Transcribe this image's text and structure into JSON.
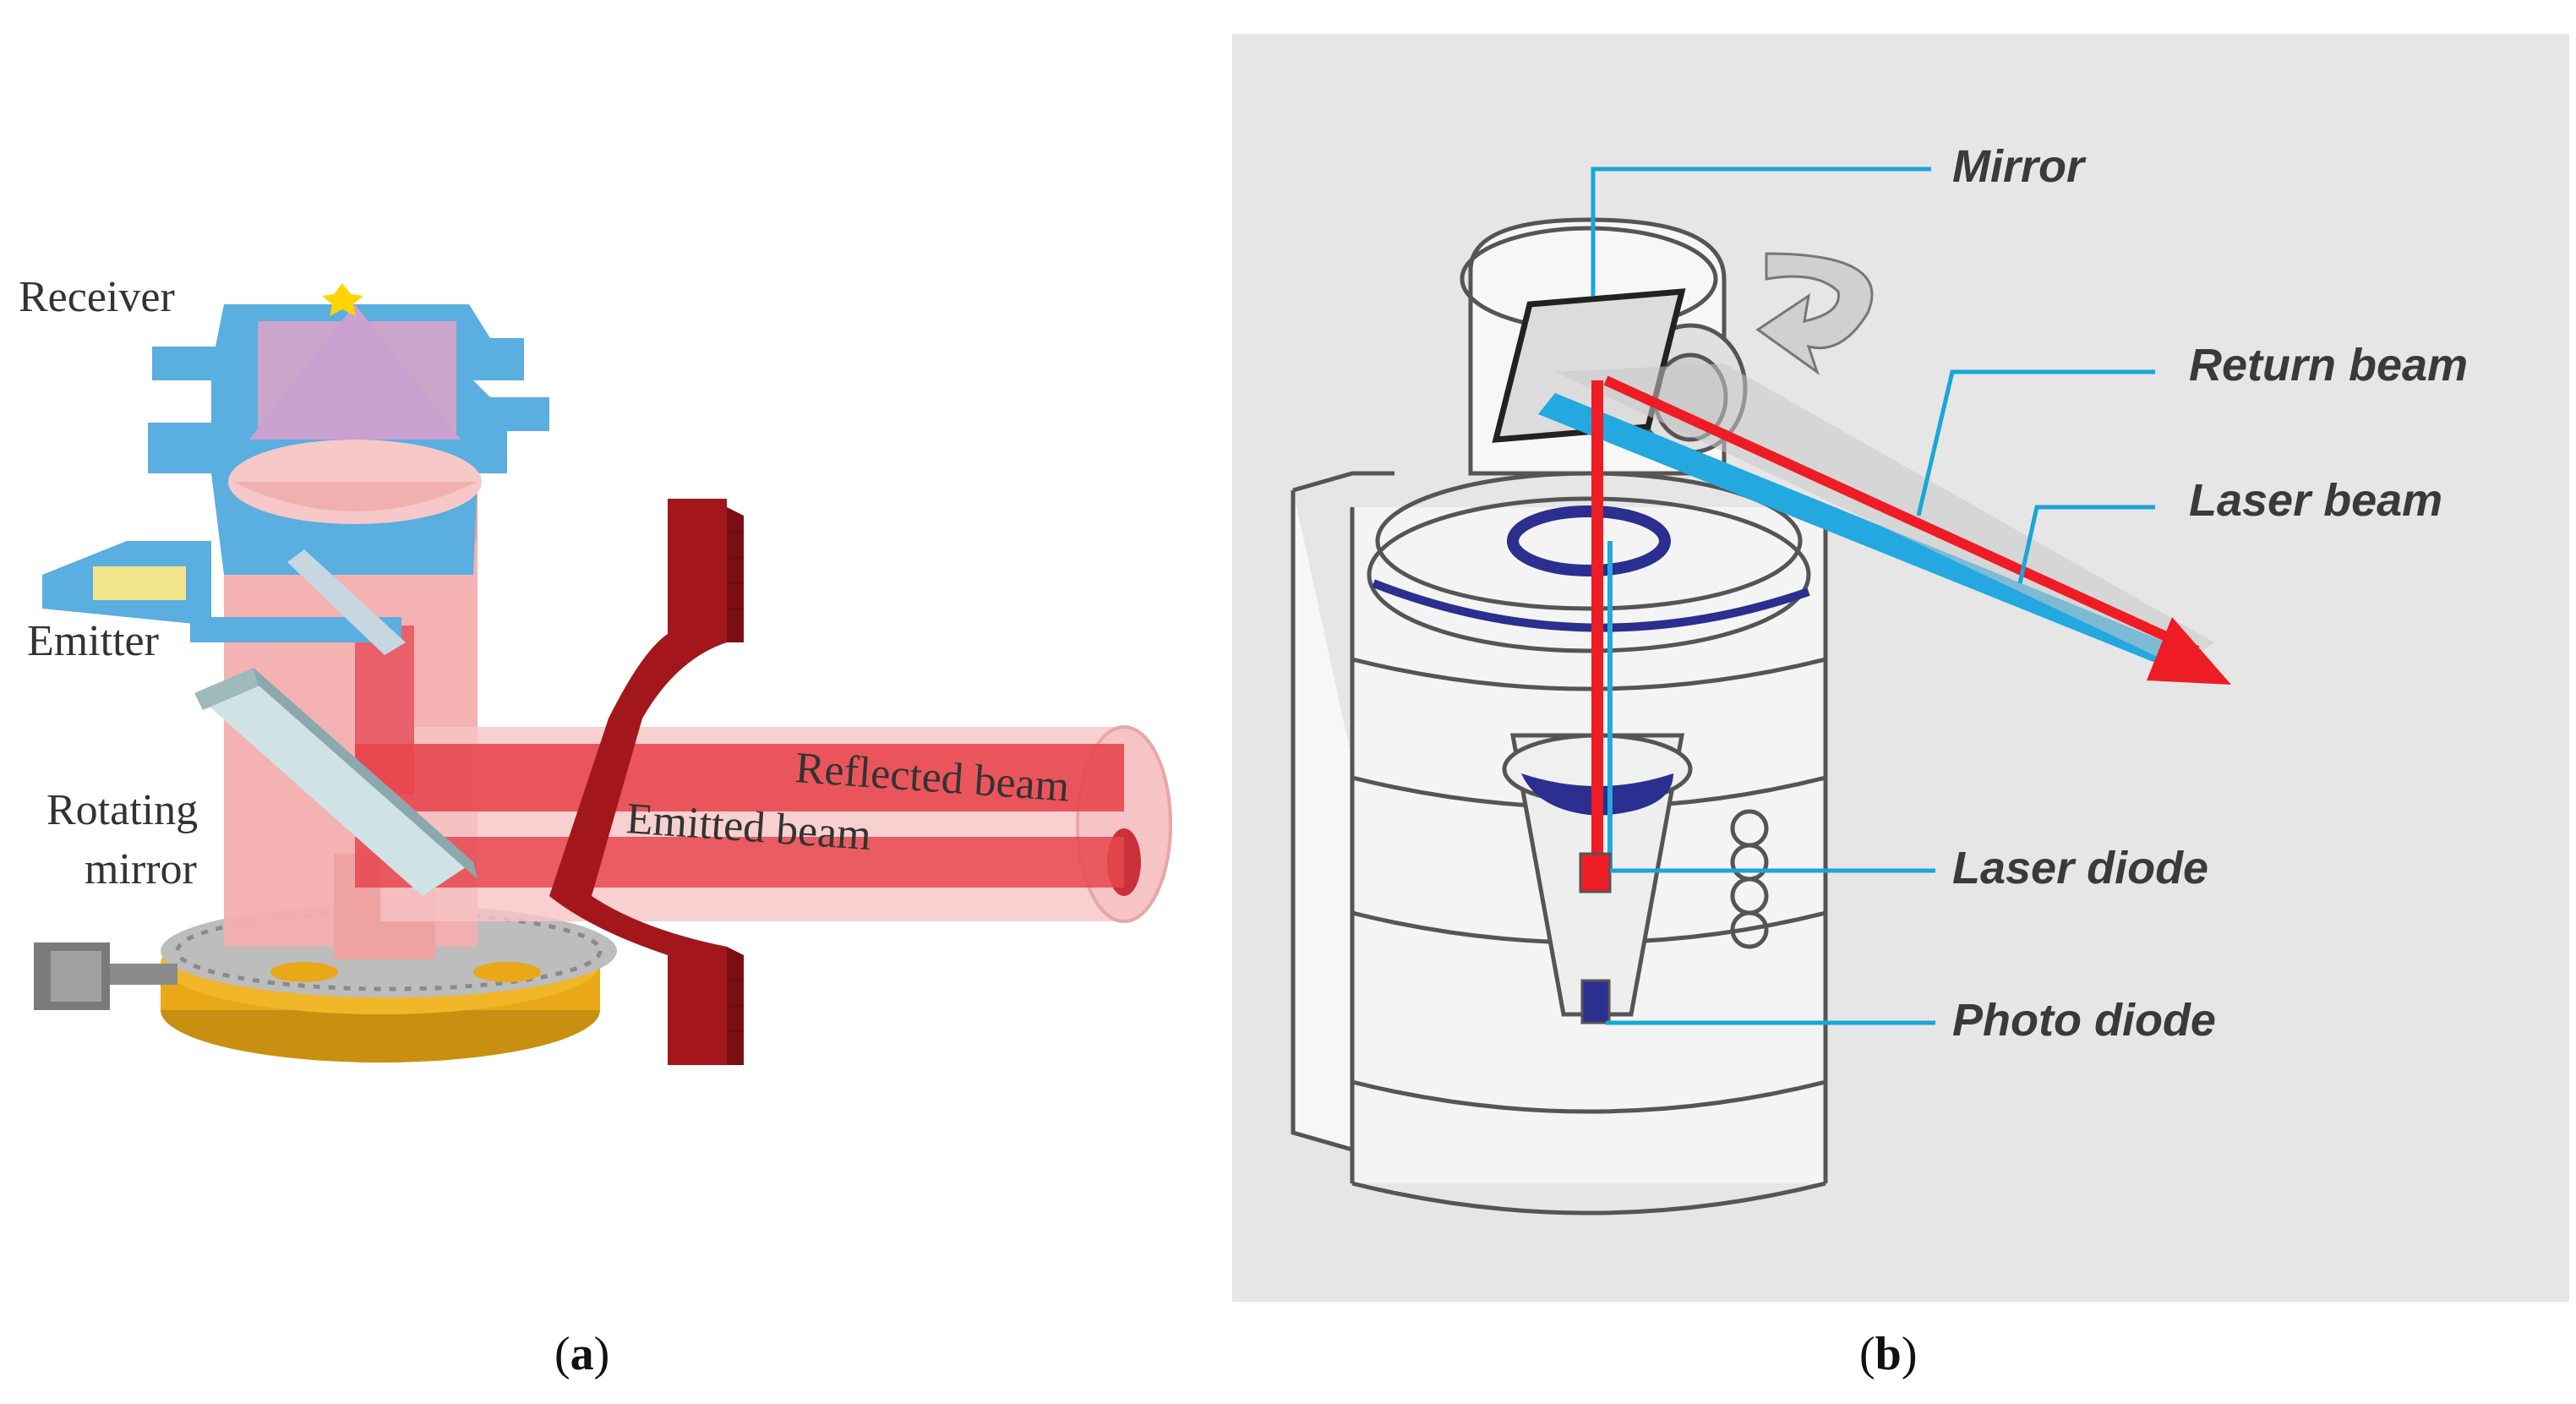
{
  "panel_a": {
    "labels": {
      "receiver": "Receiver",
      "emitter": "Emitter",
      "rotating_mirror_line1": "Rotating",
      "rotating_mirror_line2": "mirror",
      "reflected_beam": "Reflected beam",
      "emitted_beam": "Emitted beam"
    },
    "caption_open": "(",
    "caption_letter": "a",
    "caption_close": ")"
  },
  "panel_b": {
    "labels": {
      "mirror": "Mirror",
      "return_beam": "Return beam",
      "laser_beam": "Laser beam",
      "laser_diode": "Laser diode",
      "photo_diode": "Photo diode"
    },
    "caption_open": "(",
    "caption_letter": "b",
    "caption_close": ")"
  },
  "colors": {
    "receiver_blue": "#5aaee0",
    "beam_pink": "#f4b8b8",
    "emitted_red": "#e8474f",
    "wall_dark_red": "#a3161c",
    "base_gold": "#e8a818",
    "panel_b_bg": "#e6e6e6",
    "leader_cyan": "#1aa6d8",
    "laser_red": "#ee1c24",
    "return_blue": "#23a8e0",
    "disc_navy": "#2b2f8f"
  }
}
